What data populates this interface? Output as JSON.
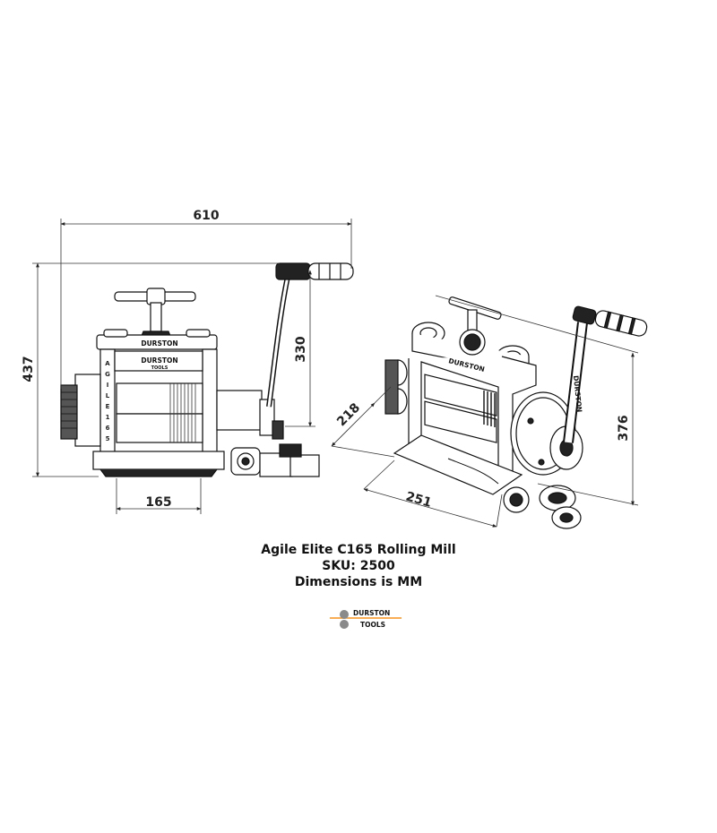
{
  "dimensions": {
    "overall_width": "610",
    "overall_height": "437",
    "handle_height": "330",
    "front_width": "165",
    "depth": "218",
    "base_width": "251",
    "iso_height": "376"
  },
  "caption": {
    "line1": "Agile Elite C165 Rolling Mill",
    "line2": "SKU: 2500",
    "line3": "Dimensions is MM"
  },
  "logo": {
    "line1": "DURSTON",
    "line2": "TOOLS",
    "accent_color": "#f7941d",
    "dot_color": "#8a8a8a"
  },
  "machine_labels": {
    "front_vertical": "AGILE 165",
    "front_badge": "DURSTON",
    "front_badge_sub": "TOOLS",
    "iso_badge": "DURSTON",
    "iso_handle_text": "DURSTON"
  }
}
